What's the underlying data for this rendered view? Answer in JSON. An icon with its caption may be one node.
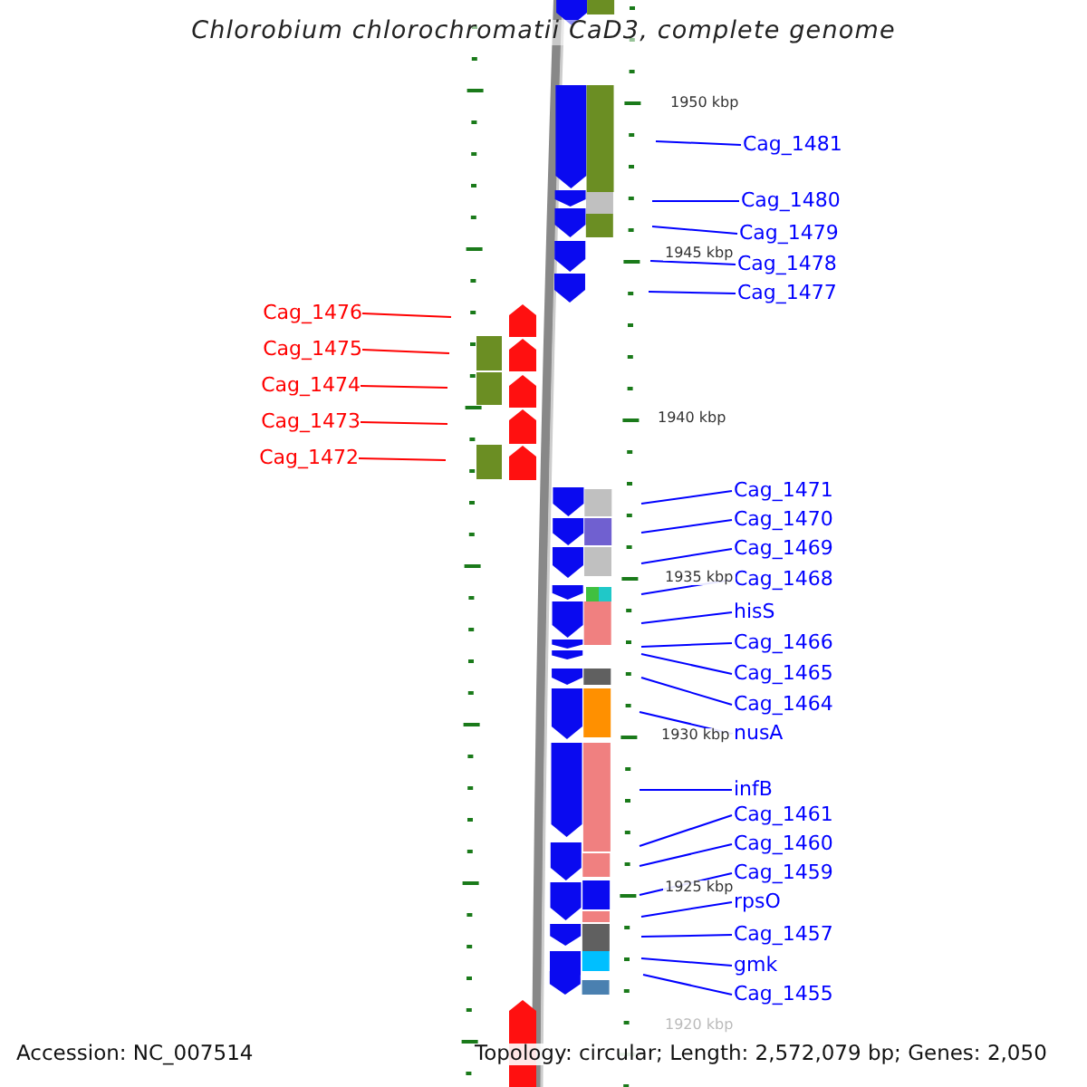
{
  "diagram": {
    "title": "Chlorobium chlorochromatii CaD3, complete genome",
    "nodes": [
      {
        "text": [
          "Cag_1481"
        ]
      },
      {
        "text": [
          "Cag_1480"
        ]
      },
      {
        "text": [
          "Cag_1479"
        ]
      },
      {
        "text": [
          "Cag_1478"
        ]
      },
      {
        "text": [
          "Cag_1477"
        ]
      },
      {
        "text": [
          "Cag_1476"
        ]
      },
      {
        "text": [
          "Cag_1475"
        ]
      },
      {
        "text": [
          "Cag_1474"
        ]
      },
      {
        "text": [
          "Cag_1473"
        ]
      },
      {
        "text": [
          "Cag_1472"
        ]
      },
      {
        "text": [
          "Cag_1471"
        ]
      },
      {
        "text": [
          "Cag_1470"
        ]
      },
      {
        "text": [
          "Cag_1469"
        ]
      },
      {
        "text": [
          "Cag_1468"
        ]
      },
      {
        "text": [
          "hisS"
        ]
      },
      {
        "text": [
          "Cag_1466"
        ]
      },
      {
        "text": [
          "Cag_1465"
        ]
      },
      {
        "text": [
          "Cag_1464"
        ]
      },
      {
        "text": [
          "nusA"
        ]
      },
      {
        "text": [
          "infB"
        ]
      },
      {
        "text": [
          "Cag_1461"
        ]
      },
      {
        "text": [
          "Cag_1460"
        ]
      },
      {
        "text": [
          "Cag_1459"
        ]
      },
      {
        "text": [
          "rpsO"
        ]
      },
      {
        "text": [
          "Cag_1457"
        ]
      },
      {
        "text": [
          "gmk"
        ]
      },
      {
        "text": [
          "Cag_1455"
        ]
      }
    ],
    "edges": [
      {
        "from": 0,
        "to": null,
        "arrow": "none"
      },
      {
        "from": 1,
        "to": null,
        "arrow": "none"
      },
      {
        "from": 2,
        "to": null,
        "arrow": "none"
      },
      {
        "from": 3,
        "to": null,
        "arrow": "none"
      },
      {
        "from": 4,
        "to": null,
        "arrow": "none"
      },
      {
        "from": 5,
        "to": null,
        "arrow": "none",
        "color": "#ff0000"
      },
      {
        "from": 6,
        "to": null,
        "arrow": "none",
        "color": "#ff0000"
      },
      {
        "from": 7,
        "to": null,
        "arrow": "none",
        "color": "#ff0000"
      },
      {
        "from": 8,
        "to": null,
        "arrow": "none",
        "color": "#ff0000"
      },
      {
        "from": 9,
        "to": null,
        "arrow": "none",
        "color": "#ff0000"
      },
      {
        "from": 10,
        "to": null,
        "arrow": "none"
      },
      {
        "from": 11,
        "to": null,
        "arrow": "none"
      },
      {
        "from": 12,
        "to": null,
        "arrow": "none"
      },
      {
        "from": 13,
        "to": null,
        "arrow": "none"
      },
      {
        "from": 14,
        "to": null,
        "arrow": "none"
      },
      {
        "from": 15,
        "to": null,
        "arrow": "none"
      },
      {
        "from": 16,
        "to": null,
        "arrow": "none"
      },
      {
        "from": 17,
        "to": null,
        "arrow": "none"
      },
      {
        "from": 18,
        "to": null,
        "arrow": "none"
      },
      {
        "from": 19,
        "to": null,
        "arrow": "none"
      },
      {
        "from": 20,
        "to": null,
        "arrow": "none"
      },
      {
        "from": 21,
        "to": null,
        "arrow": "none"
      },
      {
        "from": 22,
        "to": null,
        "arrow": "none"
      },
      {
        "from": 23,
        "to": null,
        "arrow": "none"
      },
      {
        "from": 24,
        "to": null,
        "arrow": "none"
      },
      {
        "from": 25,
        "to": null,
        "arrow": "none"
      },
      {
        "from": 26,
        "to": null,
        "arrow": "none"
      }
    ],
    "labels": [
      "1950 kbp",
      "1945 kbp",
      "1940 kbp",
      "1935 kbp",
      "1930 kbp",
      "1925 kbp",
      "1920 kbp",
      "Accession: NC_007514",
      "Topology: circular; Length: 2,572,079 bp; Genes: 2,050"
    ]
  }
}
